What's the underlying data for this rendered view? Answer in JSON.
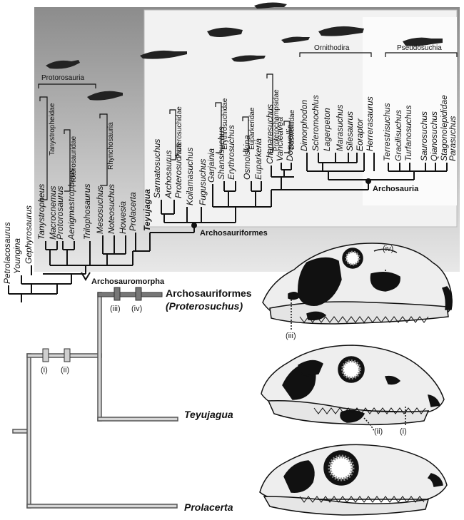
{
  "taxa": [
    {
      "id": "petrolacosaurus",
      "label": "Petrolacosaurus"
    },
    {
      "id": "youngina",
      "label": "Youngina"
    },
    {
      "id": "gephyrosaurus",
      "label": "Gephyrosaurus"
    },
    {
      "id": "tanystropheus",
      "label": "Tanystropheus"
    },
    {
      "id": "macrocnemus",
      "label": "Macrocnemus"
    },
    {
      "id": "protorosaurus",
      "label": "Protorosaurus"
    },
    {
      "id": "aenigmastropheus",
      "label": "Aenigmastropheus"
    },
    {
      "id": "trilophosaurus",
      "label": "Trilophosaurus"
    },
    {
      "id": "mesosuchus",
      "label": "Mesosuchus"
    },
    {
      "id": "noteosuchus",
      "label": "Noteosuchus"
    },
    {
      "id": "howesia",
      "label": "Howesia"
    },
    {
      "id": "prolacerta",
      "label": "Prolacerta"
    },
    {
      "id": "teyujagua",
      "label": "Teyujagua",
      "bold": true
    },
    {
      "id": "sarmatosuchus",
      "label": "Sarmatosuchus"
    },
    {
      "id": "archosaurus",
      "label": "Archosaurus"
    },
    {
      "id": "proterosuchus",
      "label": "Proterosuchus"
    },
    {
      "id": "koilamasuchus",
      "label": "Koilamasuchus"
    },
    {
      "id": "fugusuchus",
      "label": "Fugusuchus"
    },
    {
      "id": "garjainia",
      "label": "Garjainia"
    },
    {
      "id": "shansisuchus",
      "label": "Shansisuchus"
    },
    {
      "id": "erythrosuchus",
      "label": "Erythrosuchus"
    },
    {
      "id": "osmolskina",
      "label": "Osmolskina"
    },
    {
      "id": "euparkeria",
      "label": "Euparkeria"
    },
    {
      "id": "chanaresuchus",
      "label": "Chanaresuchus"
    },
    {
      "id": "vancleavea",
      "label": "Vancleavea"
    },
    {
      "id": "doswellia",
      "label": "Doswellia"
    },
    {
      "id": "dimorphodon",
      "label": "Dimorphodon"
    },
    {
      "id": "scleromochlus",
      "label": "Scleromochlus"
    },
    {
      "id": "lagerpeton",
      "label": "Lagerpeton"
    },
    {
      "id": "marasuchus",
      "label": "Marasuchus"
    },
    {
      "id": "silesaurus",
      "label": "Silesaurus"
    },
    {
      "id": "eoraptor",
      "label": "Eoraptor"
    },
    {
      "id": "herrerasaurus",
      "label": "Herrerasaurus"
    },
    {
      "id": "terrestrisuchus",
      "label": "Terrestrisuchus"
    },
    {
      "id": "gracilisuchus",
      "label": "Gracilisuchus"
    },
    {
      "id": "turfanosuchus",
      "label": "Turfanosuchus"
    },
    {
      "id": "saurosuchus",
      "label": "Saurosuchus"
    },
    {
      "id": "qianosuchus",
      "label": "Qianosuchus"
    },
    {
      "id": "stagonolepididae",
      "label": "Stagonolepididae"
    },
    {
      "id": "parasuchus",
      "label": "Parasuchus"
    }
  ],
  "clades": [
    {
      "id": "protorosauria",
      "label": "Protorosauria"
    },
    {
      "id": "tanystropheidae",
      "label": "Tanystropheidae"
    },
    {
      "id": "protorosauridae",
      "label": "Protorosauridae"
    },
    {
      "id": "rhynchosauria",
      "label": "Rhynchosauria"
    },
    {
      "id": "proterosuchidae",
      "label": "Proterosuchidae"
    },
    {
      "id": "erythrosuchidae",
      "label": "Erythrosuchidae"
    },
    {
      "id": "euparkeridae",
      "label": "Euparkeridae"
    },
    {
      "id": "proterochampsidae",
      "label": "Proterochampsidae"
    },
    {
      "id": "doswelliidae",
      "label": "Doswelliidae"
    },
    {
      "id": "ornithodira",
      "label": "Ornithodira"
    },
    {
      "id": "pseudosuchia",
      "label": "Pseudosuchia"
    }
  ],
  "nodes": {
    "archosauromorpha": "Archosauromorpha",
    "archosauriformes": "Archosauriformes",
    "archosauria": "Archosauria"
  },
  "lower_tree": {
    "archosauriformes_line1": "Archosauriformes",
    "archosauriformes_line2": "(Proterosuchus)",
    "teyujagua": "Teyujagua",
    "prolacerta": "Prolacerta",
    "characters": [
      "(i)",
      "(ii)",
      "(iii)",
      "(iv)"
    ]
  },
  "colors": {
    "panel_gradient_top": "#8c8c8c",
    "panel_gradient_bottom": "#e6e6e6",
    "archosauriformes_panel": "#f2f2f2",
    "tree_line": "#111111",
    "skull_fill": "#eeeeee",
    "fenestra": "#111111",
    "highlight_bar": "#777777"
  }
}
